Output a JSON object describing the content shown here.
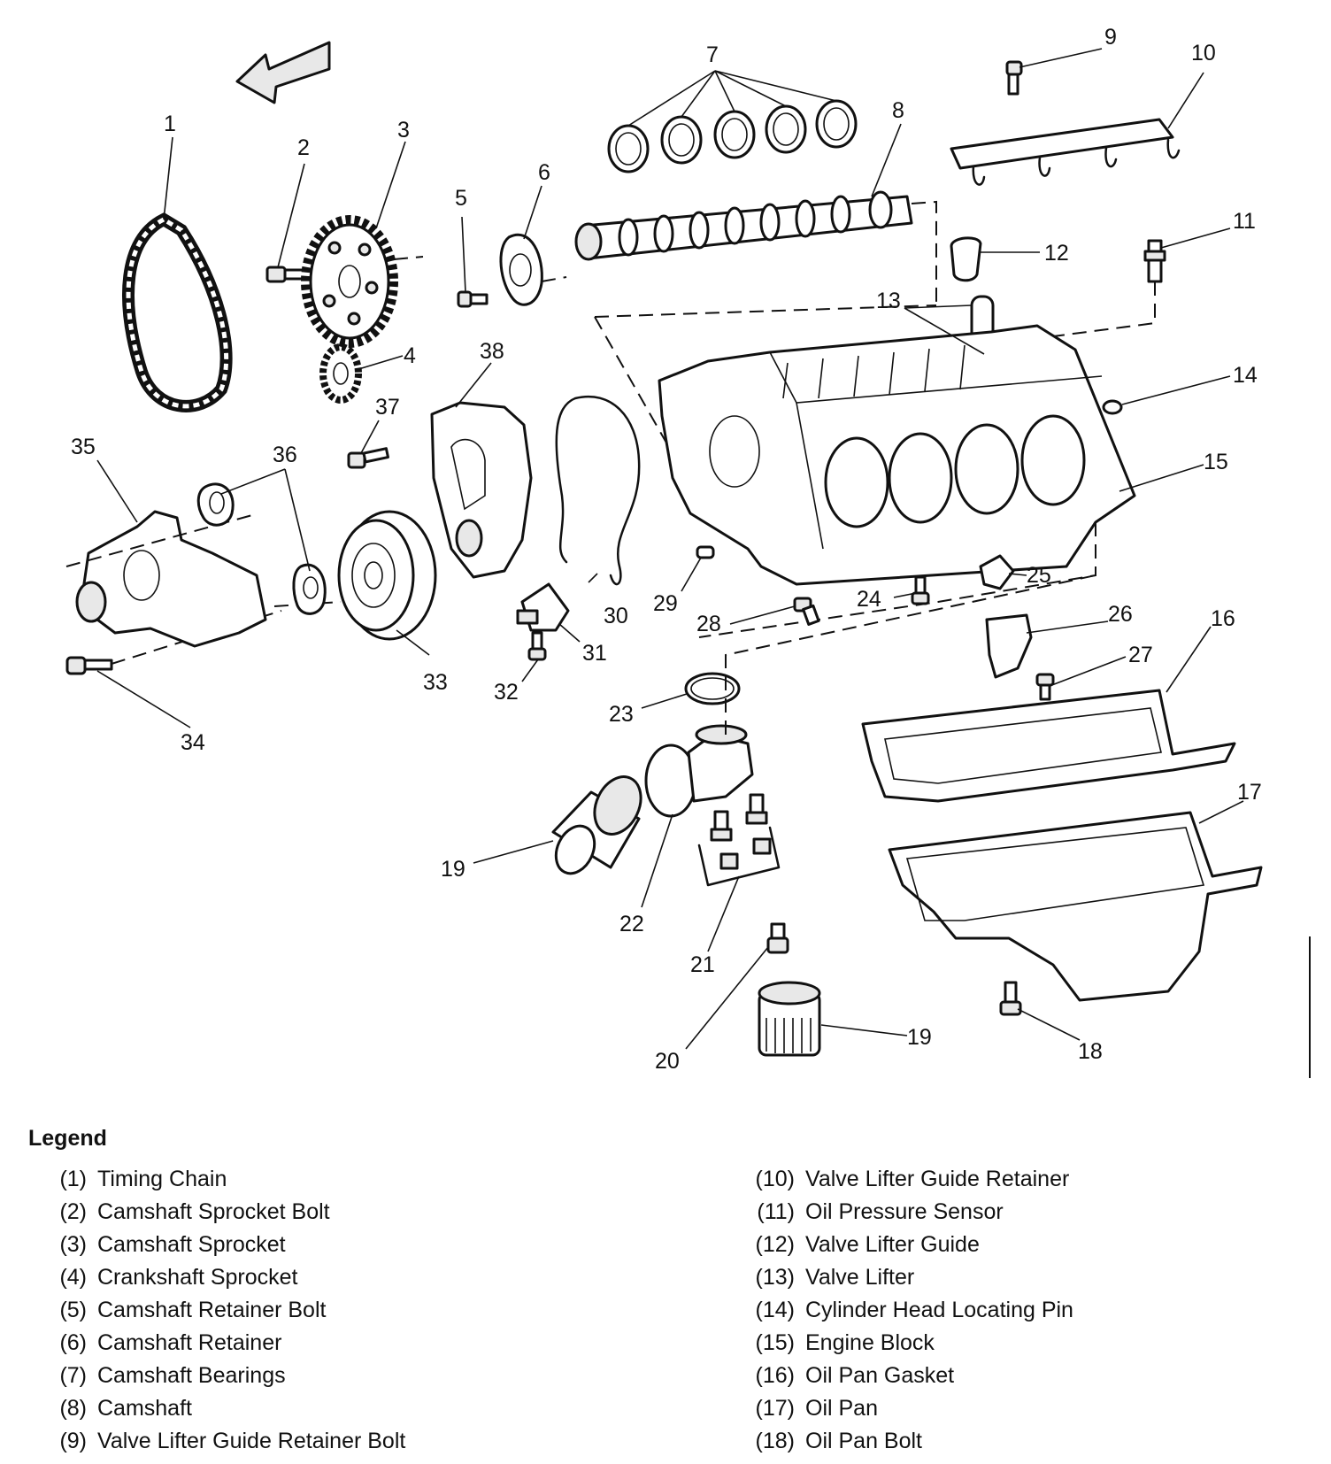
{
  "legend": {
    "title": "Legend",
    "items": [
      {
        "num": "(1)",
        "name": "Timing Chain"
      },
      {
        "num": "(2)",
        "name": "Camshaft Sprocket Bolt"
      },
      {
        "num": "(3)",
        "name": "Camshaft Sprocket"
      },
      {
        "num": "(4)",
        "name": "Crankshaft Sprocket"
      },
      {
        "num": "(5)",
        "name": "Camshaft Retainer Bolt"
      },
      {
        "num": "(6)",
        "name": "Camshaft Retainer"
      },
      {
        "num": "(7)",
        "name": "Camshaft Bearings"
      },
      {
        "num": "(8)",
        "name": "Camshaft"
      },
      {
        "num": "(9)",
        "name": "Valve Lifter Guide Retainer Bolt"
      },
      {
        "num": "(10)",
        "name": "Valve Lifter Guide Retainer"
      },
      {
        "num": "(11)",
        "name": "Oil Pressure Sensor"
      },
      {
        "num": "(12)",
        "name": "Valve Lifter Guide"
      },
      {
        "num": "(13)",
        "name": "Valve Lifter"
      },
      {
        "num": "(14)",
        "name": "Cylinder Head Locating Pin"
      },
      {
        "num": "(15)",
        "name": "Engine Block"
      },
      {
        "num": "(16)",
        "name": "Oil Pan Gasket"
      },
      {
        "num": "(17)",
        "name": "Oil Pan"
      },
      {
        "num": "(18)",
        "name": "Oil Pan Bolt"
      }
    ]
  },
  "callouts": [
    "1",
    "2",
    "3",
    "4",
    "5",
    "6",
    "7",
    "8",
    "9",
    "10",
    "11",
    "12",
    "13",
    "14",
    "15",
    "16",
    "17",
    "18",
    "19",
    "19",
    "20",
    "21",
    "22",
    "23",
    "24",
    "25",
    "26",
    "27",
    "28",
    "29",
    "30",
    "31",
    "32",
    "33",
    "34",
    "35",
    "36",
    "37",
    "38"
  ]
}
